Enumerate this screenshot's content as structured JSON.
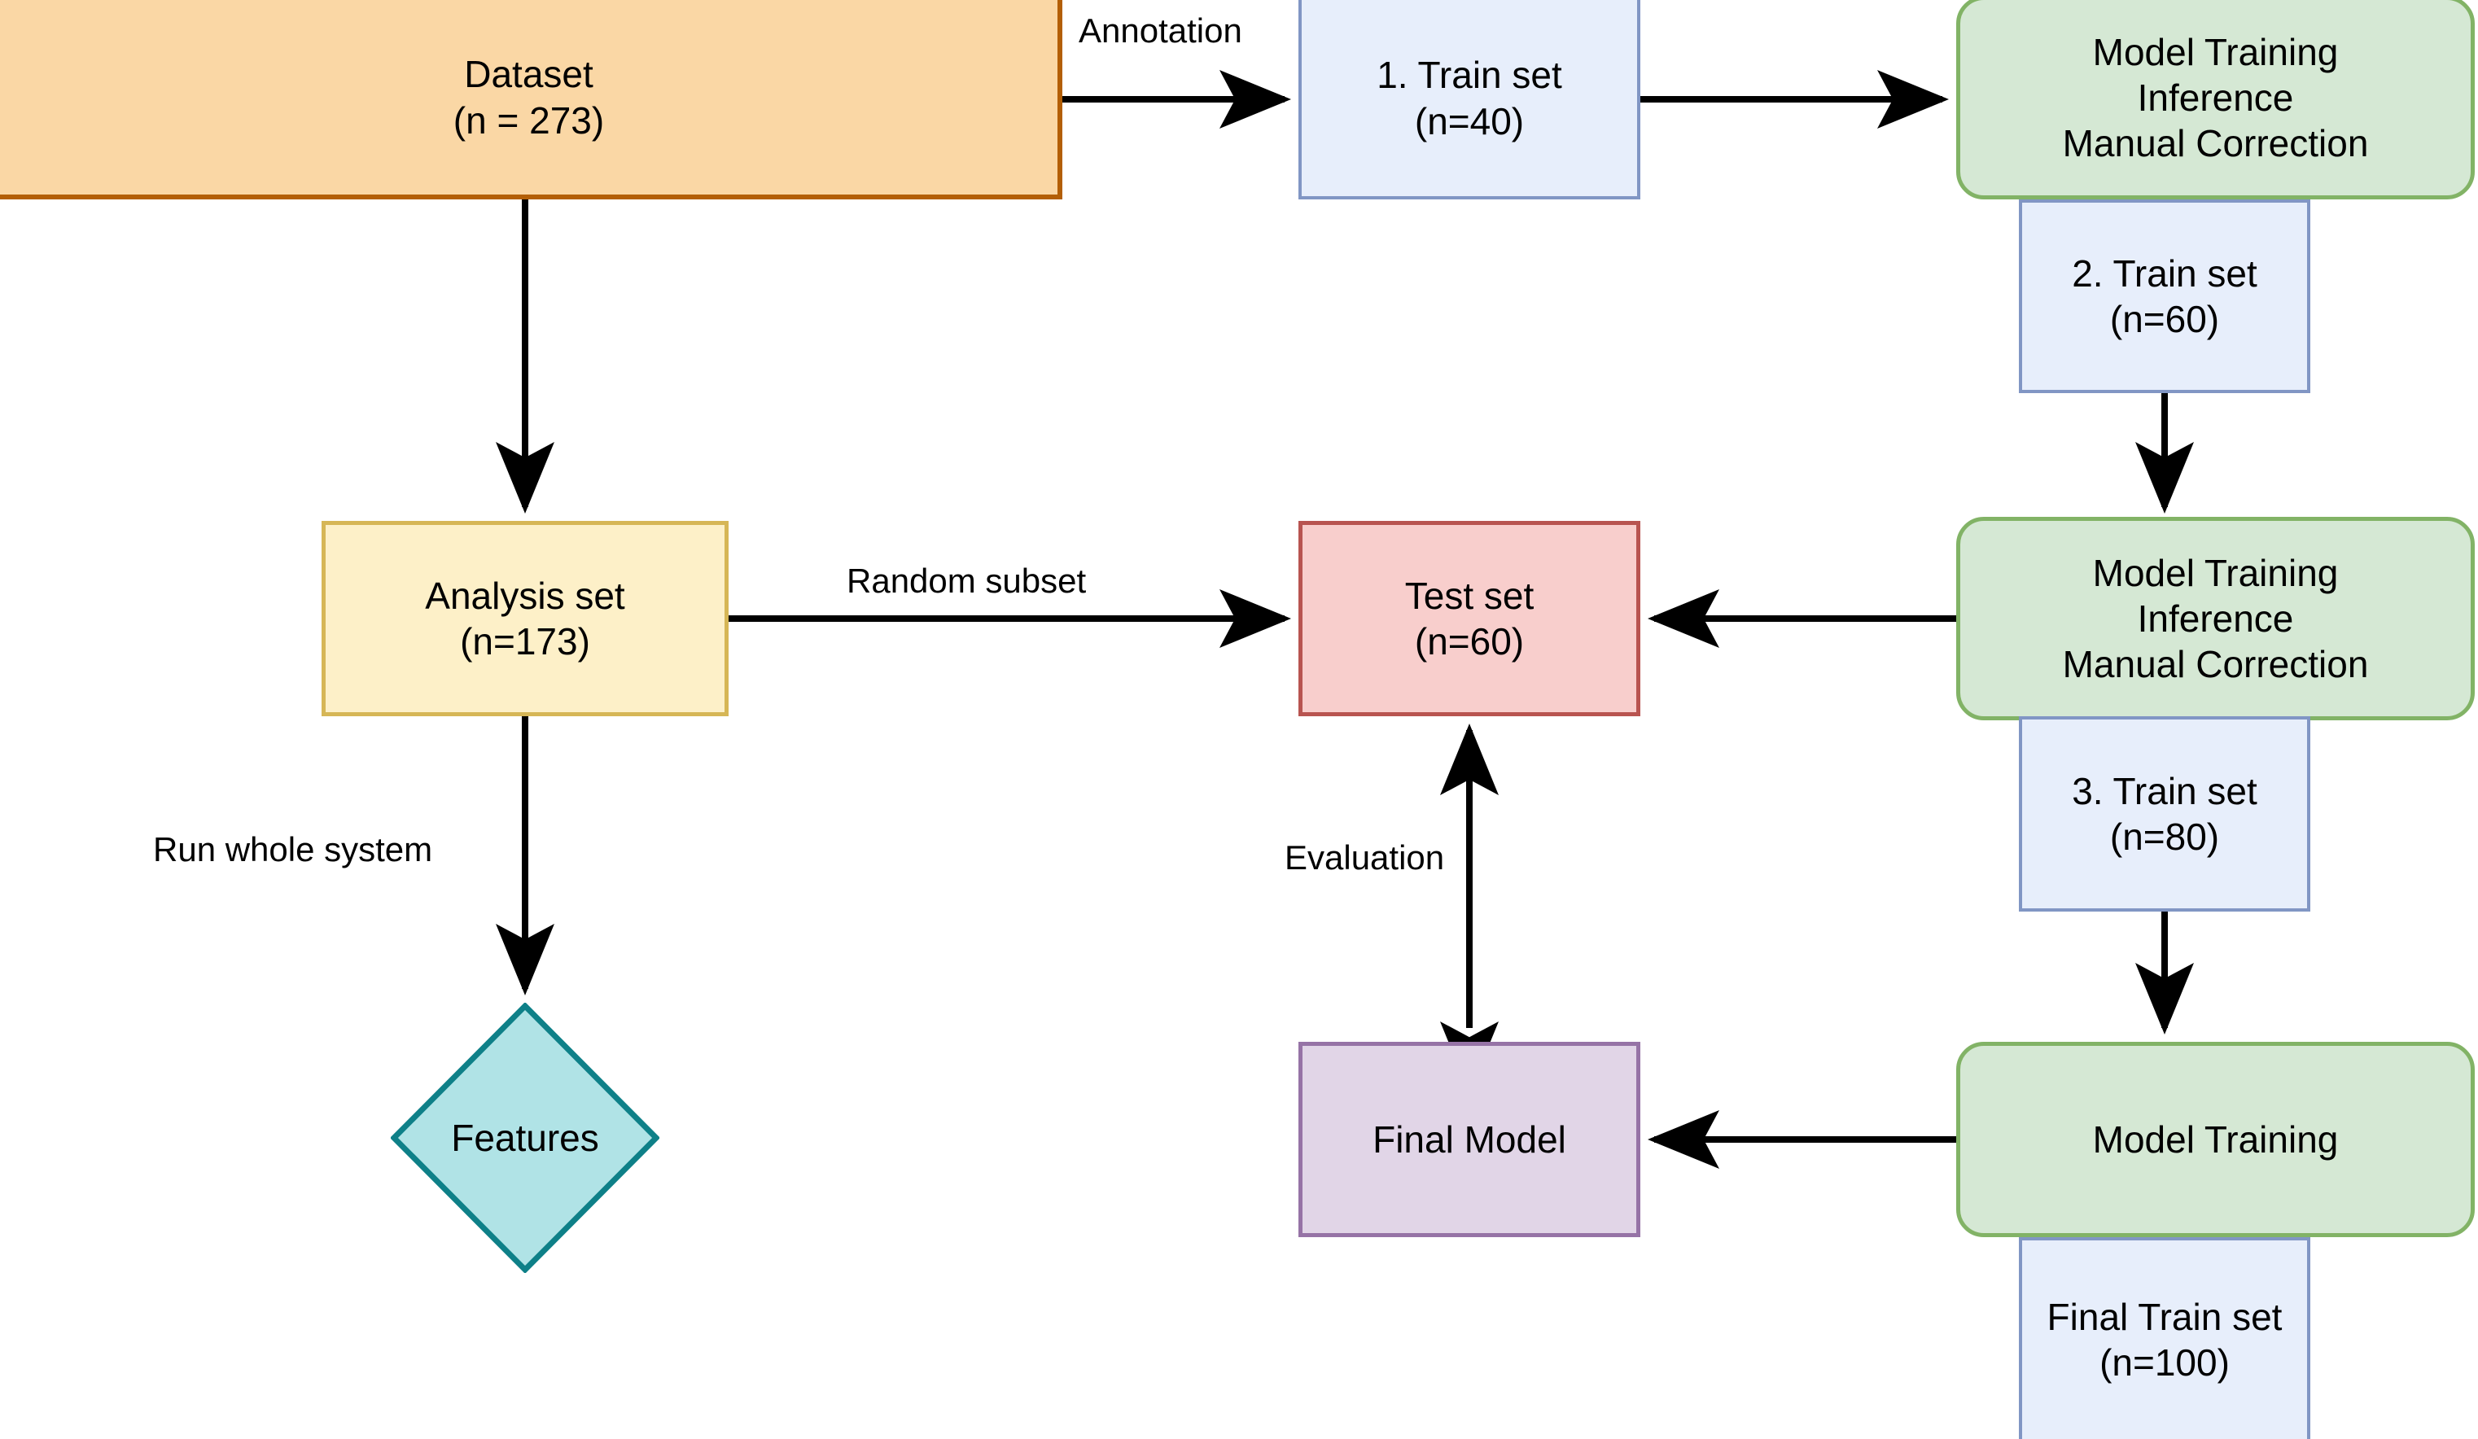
{
  "diagram": {
    "title": "Model training and evaluation workflow",
    "type": "flowchart",
    "background": "#ffffff"
  },
  "colors": {
    "dataset_fill": "#fad7a5",
    "dataset_stroke": "#b35f06",
    "trainset_fill": "#e7eefb",
    "trainset_stroke": "#8196c4",
    "process_fill": "#d5e8d4",
    "process_stroke": "#82b366",
    "analysis_fill": "#fdf0c8",
    "analysis_stroke": "#d6b656",
    "testset_fill": "#f8cecc",
    "testset_stroke": "#b85450",
    "finalmodel_fill": "#e1d5e7",
    "finalmodel_stroke": "#9673a6",
    "features_fill": "#b0e3e6",
    "features_stroke": "#0e8088",
    "edge_stroke": "#000000"
  },
  "nodes": {
    "dataset": {
      "line1": "Dataset",
      "line2": "(n = 273)"
    },
    "train_set_1": {
      "line1": "1. Train set",
      "line2": "(n=40)"
    },
    "process_1": {
      "line1": "Model Training",
      "line2": "Inference",
      "line3": "Manual Correction"
    },
    "train_set_2": {
      "line1": "2. Train set",
      "line2": "(n=60)"
    },
    "analysis_set": {
      "line1": "Analysis set",
      "line2": "(n=173)"
    },
    "test_set": {
      "line1": "Test set",
      "line2": "(n=60)"
    },
    "process_2": {
      "line1": "Model Training",
      "line2": "Inference",
      "line3": "Manual Correction"
    },
    "train_set_3": {
      "line1": "3. Train set",
      "line2": "(n=80)"
    },
    "features": {
      "line1": "Features"
    },
    "final_model": {
      "line1": "Final Model"
    },
    "process_3": {
      "line1": "Model Training"
    },
    "final_train_set": {
      "line1": "Final Train set",
      "line2": "(n=100)"
    }
  },
  "edge_labels": {
    "annotation": "Annotation",
    "random_subset": "Random subset",
    "run_whole_system": "Run whole system",
    "evaluation": "Evaluation"
  },
  "edges": [
    {
      "from": "dataset",
      "to": "train_set_1",
      "label": "Annotation"
    },
    {
      "from": "train_set_1",
      "to": "process_1",
      "label": ""
    },
    {
      "from": "train_set_2",
      "to": "process_2",
      "label": ""
    },
    {
      "from": "dataset",
      "to": "analysis_set",
      "label": ""
    },
    {
      "from": "analysis_set",
      "to": "test_set",
      "label": "Random subset"
    },
    {
      "from": "process_2",
      "to": "test_set",
      "label": ""
    },
    {
      "from": "analysis_set",
      "to": "features",
      "label": "Run whole system"
    },
    {
      "from": "train_set_3",
      "to": "process_3",
      "label": ""
    },
    {
      "from": "process_3",
      "to": "final_model",
      "label": ""
    },
    {
      "from": "final_model",
      "to": "test_set",
      "label": "Evaluation",
      "bidirectional": true
    }
  ]
}
